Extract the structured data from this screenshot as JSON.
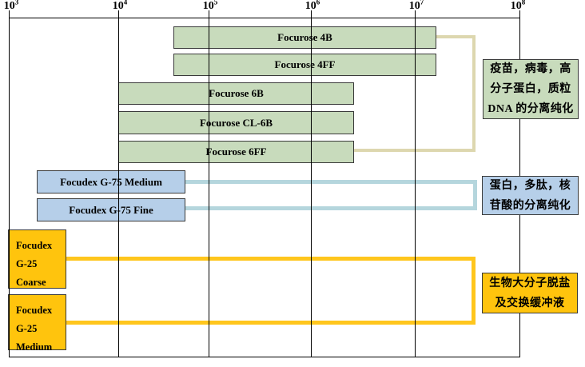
{
  "axis": {
    "ticks": [
      {
        "base": "10",
        "exp": "3"
      },
      {
        "base": "10",
        "exp": "4"
      },
      {
        "base": "10",
        "exp": "5"
      },
      {
        "base": "10",
        "exp": "6"
      },
      {
        "base": "10",
        "exp": "7"
      },
      {
        "base": "10",
        "exp": "8"
      }
    ]
  },
  "bars": [
    {
      "id": "focurose-4b",
      "label": "Focurose 4B",
      "color": "green"
    },
    {
      "id": "focurose-4ff",
      "label": "Focurose 4FF",
      "color": "green"
    },
    {
      "id": "focurose-6b",
      "label": "Focurose 6B",
      "color": "green"
    },
    {
      "id": "focurose-cl-6b",
      "label": "Focurose CL-6B",
      "color": "green"
    },
    {
      "id": "focurose-6ff",
      "label": "Focurose 6FF",
      "color": "green"
    },
    {
      "id": "focudex-g75-medium",
      "label": "Focudex G-75 Medium",
      "color": "blue"
    },
    {
      "id": "focudex-g75-fine",
      "label": "Focudex G-75 Fine",
      "color": "blue"
    },
    {
      "id": "focudex-g25-coarse",
      "lines": [
        "Focudex",
        "G-25",
        "Coarse"
      ],
      "color": "yellow"
    },
    {
      "id": "focudex-g25-medium",
      "lines": [
        "Focudex",
        "G-25",
        "Medium"
      ],
      "color": "yellow"
    }
  ],
  "notes": {
    "green": {
      "lines": [
        "疫苗，病毒，高",
        "分子蛋白，质粒",
        "DNA 的分离纯化"
      ]
    },
    "blue": {
      "lines": [
        "蛋白，多肽，核",
        "苷酸的分离纯化"
      ]
    },
    "yellow": {
      "lines": [
        "生物大分子脱盐",
        "及交换缓冲液"
      ]
    }
  },
  "colors": {
    "green_fill": "#c8dbbc",
    "blue_fill": "#b6cfe9",
    "yellow_fill": "#ffc40d",
    "beige_bracket": "#ddd7af",
    "blue_bracket": "#b5d6dd",
    "yellow_bracket": "#ffc61d",
    "border": "#000000"
  },
  "chart_data": {
    "type": "bar",
    "subtype": "horizontal-range-bars",
    "title": "",
    "xlabel": "",
    "x_scale": "log",
    "x_ticks": [
      "10^3",
      "10^4",
      "10^5",
      "10^6",
      "10^7",
      "10^8"
    ],
    "x_range": [
      1000,
      100000000
    ],
    "grid": "vertical-log-decades",
    "series": [
      {
        "name": "Focurose 4B",
        "range": [
          40000,
          20000000
        ]
      },
      {
        "name": "Focurose 4FF",
        "range": [
          40000,
          20000000
        ]
      },
      {
        "name": "Focurose 6B",
        "range": [
          10000,
          3000000
        ]
      },
      {
        "name": "Focurose CL-6B",
        "range": [
          10000,
          3000000
        ]
      },
      {
        "name": "Focurose 6FF",
        "range": [
          10000,
          3000000
        ]
      },
      {
        "name": "Focudex G-75 Medium",
        "range": [
          2000,
          60000
        ]
      },
      {
        "name": "Focudex G-75 Fine",
        "range": [
          2000,
          60000
        ]
      },
      {
        "name": "Focudex G-25 Coarse",
        "range": [
          1000,
          3000
        ]
      },
      {
        "name": "Focudex G-25 Medium",
        "range": [
          1000,
          3000
        ]
      }
    ],
    "annotations": [
      {
        "applies_to": [
          "Focurose 4B",
          "Focurose 4FF",
          "Focurose 6B",
          "Focurose CL-6B",
          "Focurose 6FF"
        ],
        "text": "疫苗，病毒，高分子蛋白，质粒DNA 的分离纯化"
      },
      {
        "applies_to": [
          "Focudex G-75 Medium",
          "Focudex G-75 Fine"
        ],
        "text": "蛋白，多肽，核苷酸的分离纯化"
      },
      {
        "applies_to": [
          "Focudex G-25 Coarse",
          "Focudex G-25 Medium"
        ],
        "text": "生物大分子脱盐及交换缓冲液"
      }
    ]
  }
}
